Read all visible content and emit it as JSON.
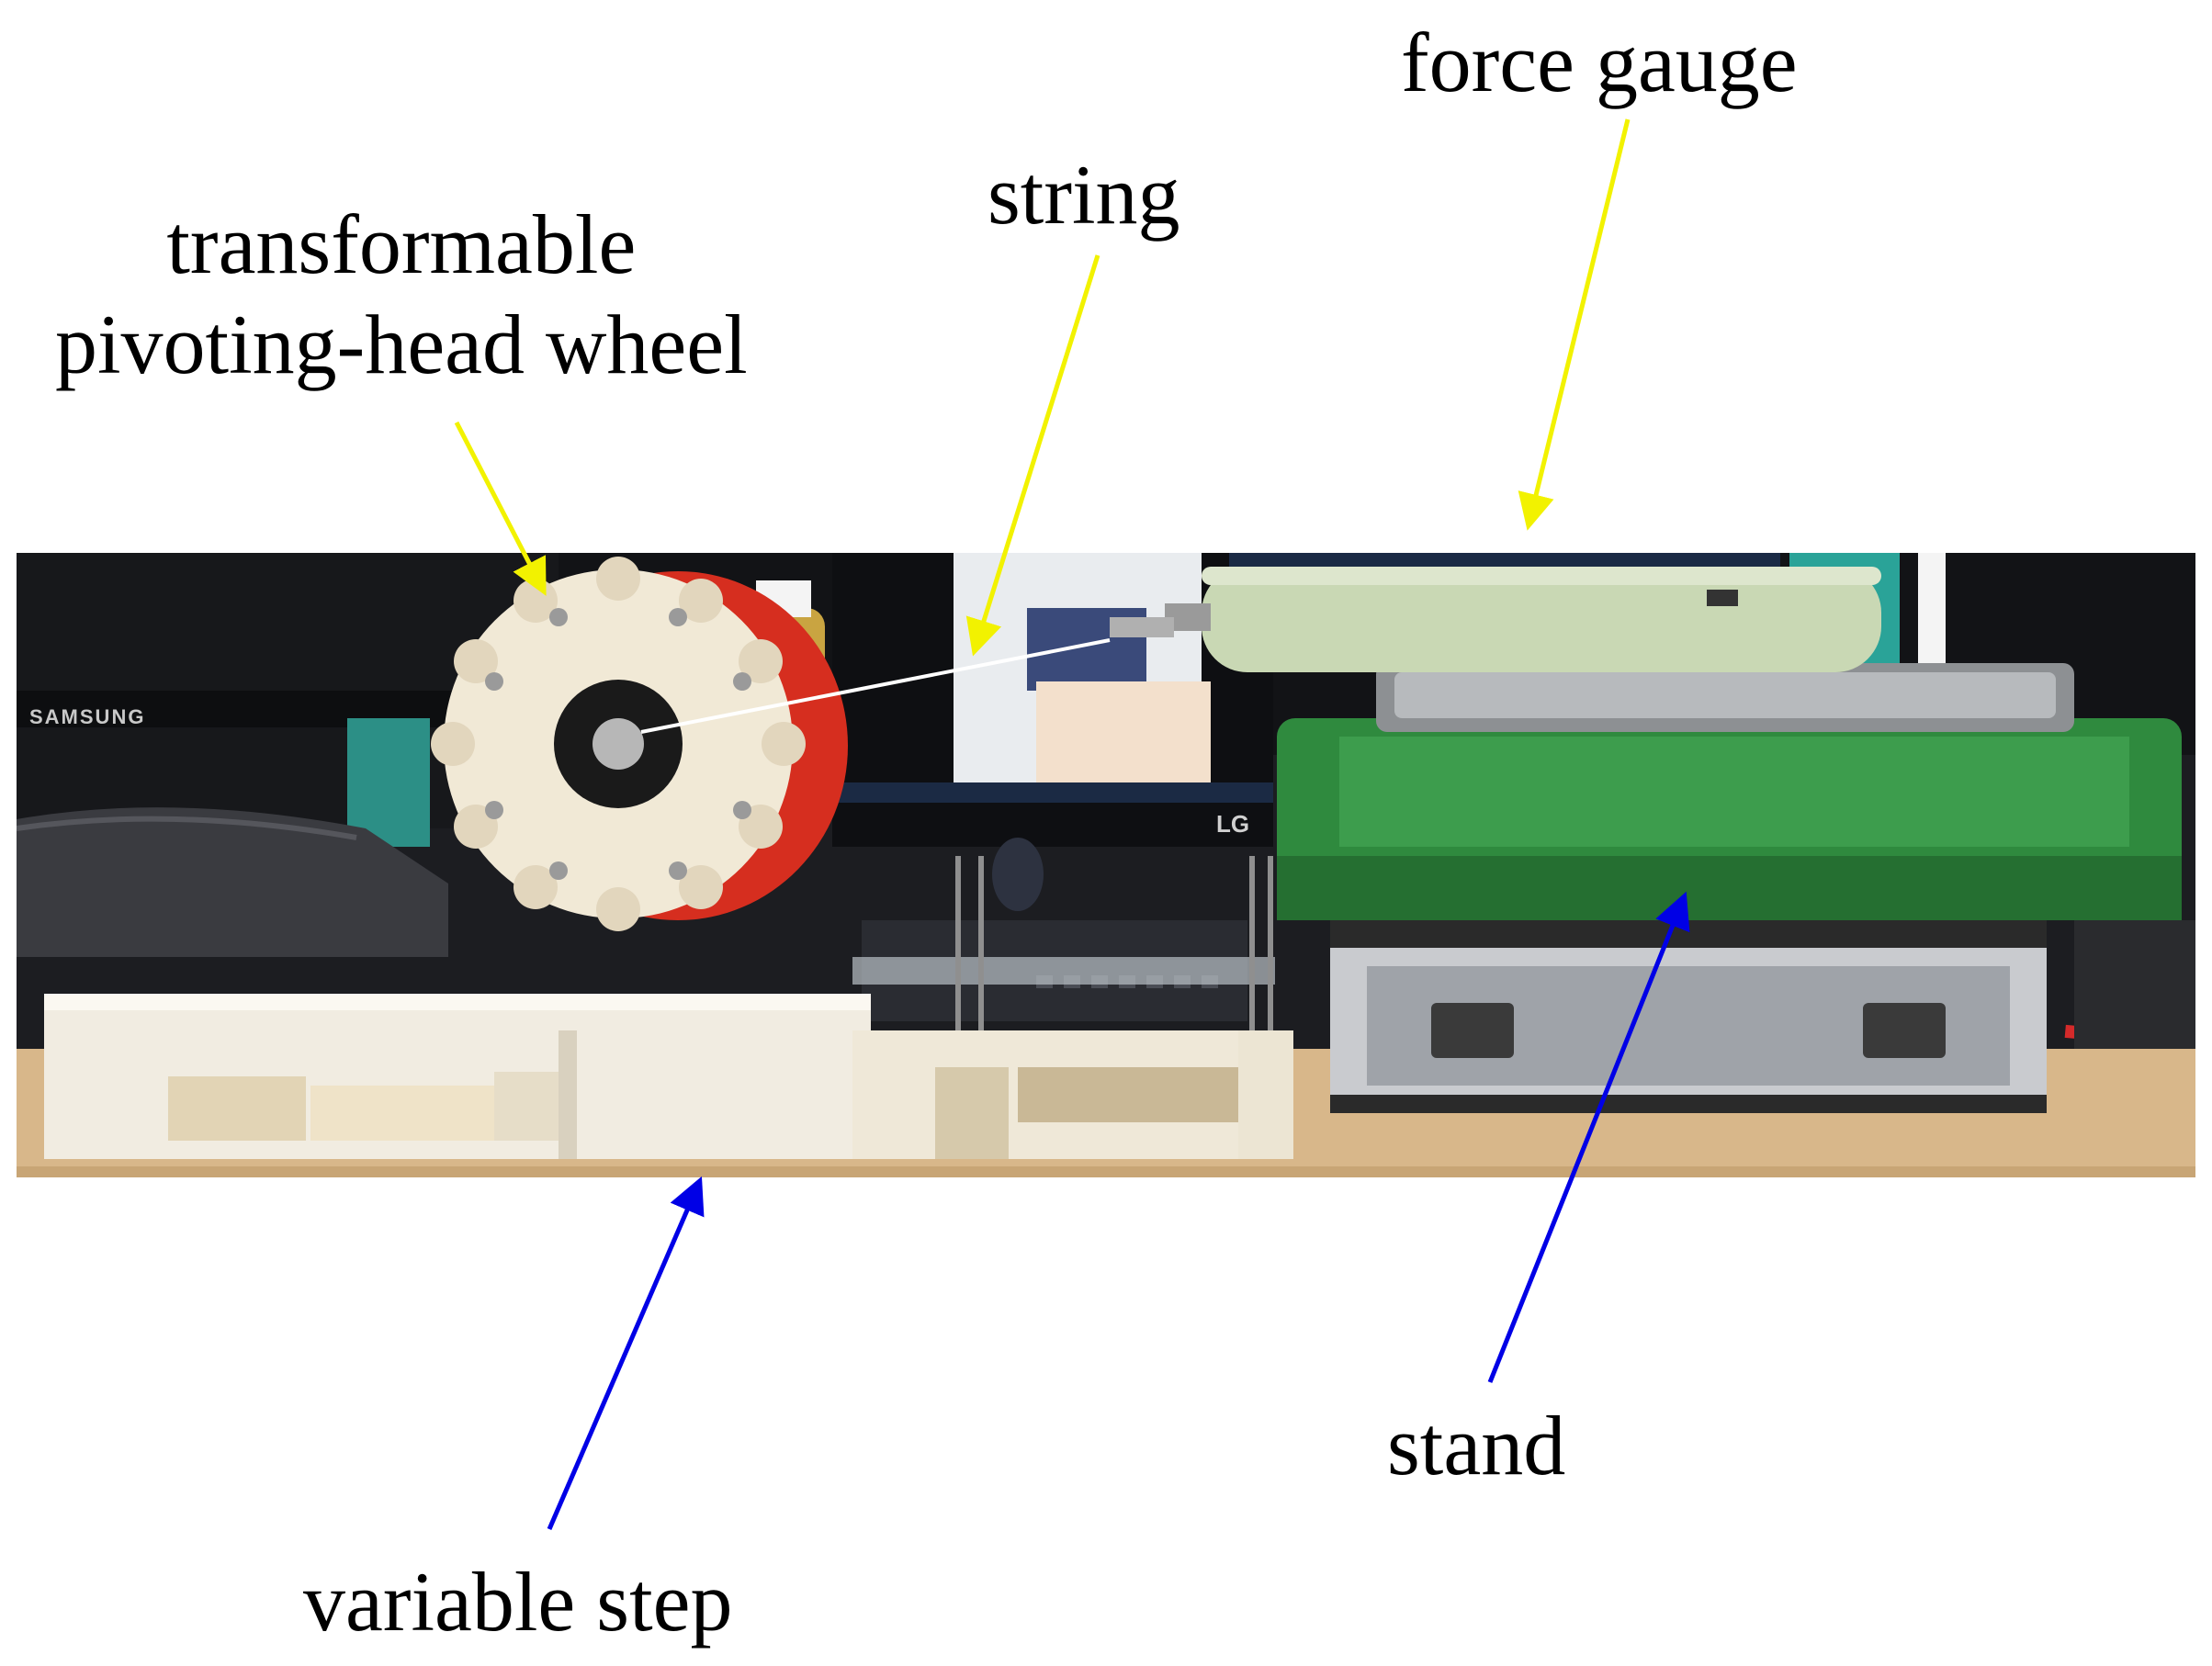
{
  "labels": {
    "force_gauge": "force gauge",
    "string": "string",
    "wheel_line1": "transformable",
    "wheel_line2": "pivoting-head wheel",
    "stand": "stand",
    "variable_step": "variable step"
  },
  "photo_text": {
    "samsung": "SAMSUNG",
    "lg": "LG"
  },
  "colors": {
    "yellow_arrow": "#f2f200",
    "blue_arrow": "#0000e6",
    "background": "#ffffff"
  }
}
